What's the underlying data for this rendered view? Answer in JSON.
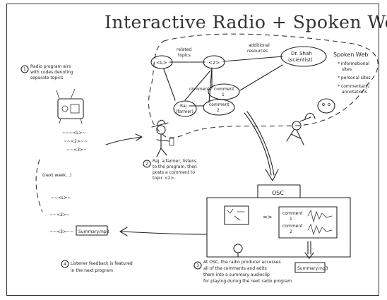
{
  "title": "Interactive Radio + Spoken Web",
  "nodes": {
    "topic_l": "<L>",
    "topic_2": "<2>",
    "raj": "Raj\n(farmer)",
    "scientist": "Dr. Shah\n(scientist)",
    "comment_1": "comment\n1",
    "comment_2": "comment\n2"
  },
  "edge_labels": {
    "related_topics": "related\ntopics",
    "additional_resources": "additional\nresources",
    "comments": "comments"
  },
  "spoken_web": {
    "heading": "Spoken Web",
    "items": [
      "* informational\n  sites",
      "* personal sites",
      "* commentary/\n  annotations"
    ]
  },
  "steps": [
    {
      "number": "1",
      "text": "Radio program airs\nwith codes denoting\nseparate topics"
    },
    {
      "number": "2",
      "text": "Raj, a farmer, listens\nto the program, then\nposts a comment to\ntopic <2>."
    },
    {
      "number": "3",
      "text": "At OSC, the radio producer accesses\nall of the comments and edits\nthem into a summary audioclip\nfor playing during the next radio program"
    },
    {
      "number": "4",
      "text": "Listener feedback is featured\nin the next program"
    }
  ],
  "program_codes": [
    "~~~<L>~",
    "~~<2>~~",
    "~~<3>~"
  ],
  "next_program_codes": [
    "~~<L>~",
    "~~<2>~",
    "~~<3>~~"
  ],
  "next_week": "(next week...)",
  "osc_label": "OSC",
  "producer_screen": {
    "comment_1": "comment\n1",
    "comment_2": "comment\n2"
  },
  "summary_file": "Summary.mp3",
  "summary_inline": "Summary.mp3",
  "arrow_label": "=>"
}
